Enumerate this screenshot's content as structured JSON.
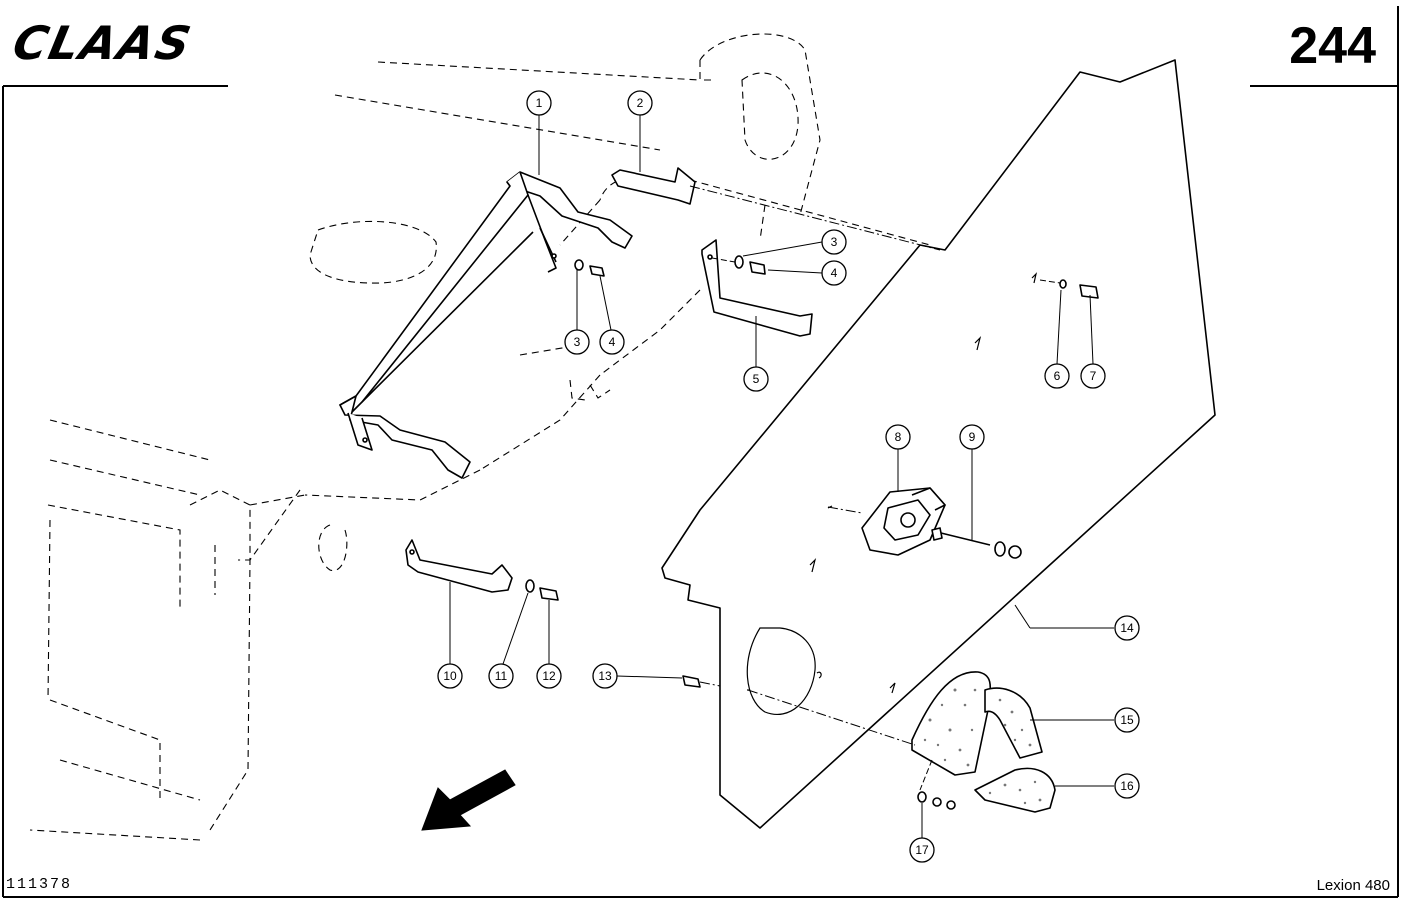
{
  "header": {
    "brand": "CLAAS",
    "page_number": "244"
  },
  "footer": {
    "drawing_number": "111378",
    "model": "Lexion 480"
  },
  "callouts": [
    "1",
    "2",
    "3",
    "4",
    "3",
    "4",
    "5",
    "6",
    "7",
    "8",
    "9",
    "10",
    "11",
    "12",
    "13",
    "14",
    "15",
    "16",
    "17"
  ],
  "icons": {
    "direction": "arrow-down-left-icon"
  },
  "colors": {
    "ink": "#000000",
    "paper": "#ffffff"
  }
}
